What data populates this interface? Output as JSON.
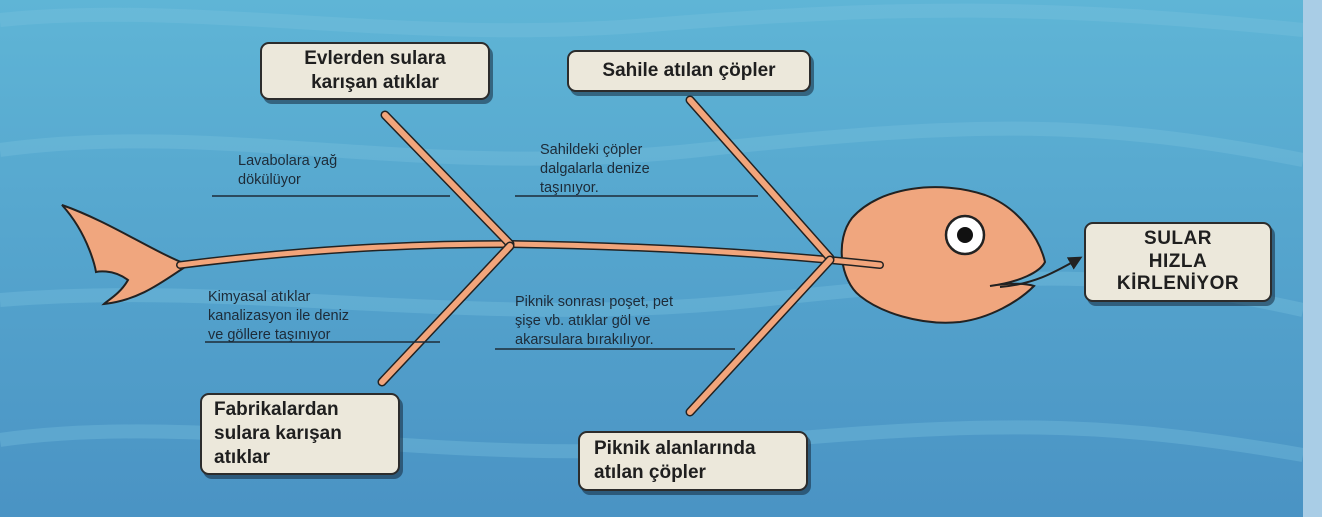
{
  "colors": {
    "sea_top": "#5fb5d6",
    "sea_bottom": "#3f8cc0",
    "fish": "#f0a67e",
    "fish_outline": "#222222",
    "bone_fill": "#f2a57b",
    "box_fill": "#ece8db"
  },
  "causes": {
    "top_left": {
      "lines": [
        "Evlerden sulara",
        "karışan atıklar"
      ]
    },
    "top_right": {
      "lines": [
        "Sahile atılan çöpler"
      ]
    },
    "bottom_left": {
      "lines": [
        "Fabrikalardan",
        "sulara karışan",
        "atıklar"
      ]
    },
    "bottom_right": {
      "lines": [
        "Piknik alanlarında",
        "atılan çöpler"
      ]
    }
  },
  "details": {
    "top_left": {
      "lines": [
        "Lavabolara yağ",
        "dökülüyor"
      ]
    },
    "top_right": {
      "lines": [
        "Sahildeki çöpler",
        "dalgalarla denize",
        "taşınıyor."
      ]
    },
    "bottom_left": {
      "lines": [
        "Kimyasal atıklar",
        "kanalizasyon ile deniz",
        "ve göllere taşınıyor"
      ]
    },
    "bottom_right": {
      "lines": [
        "Piknik sonrası poşet, pet",
        "şişe vb. atıklar göl ve",
        "akarsulara bırakılıyor."
      ]
    }
  },
  "effect": {
    "lines": [
      "SULAR",
      "HIZLA",
      "KİRLENİYOR"
    ]
  }
}
